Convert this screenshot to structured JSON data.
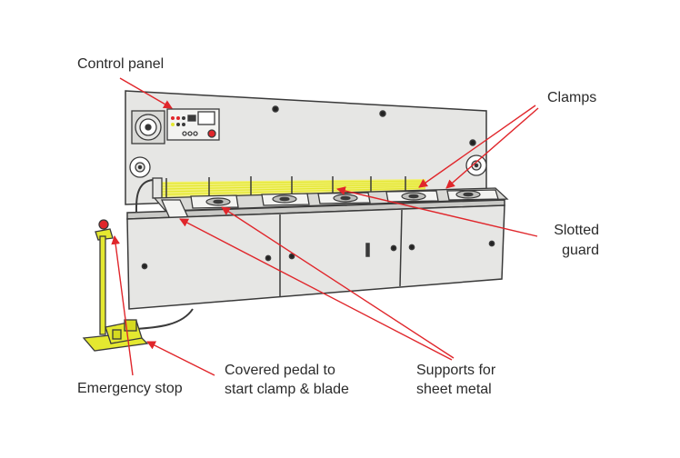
{
  "labels": {
    "control_panel": "Control panel",
    "clamps": "Clamps",
    "slotted_guard_line1": "Slotted",
    "slotted_guard_line2": "guard",
    "emergency_stop": "Emergency stop",
    "covered_pedal_line1": "Covered pedal to",
    "covered_pedal_line2": "start clamp & blade",
    "supports_line1": "Supports for",
    "supports_line2": "sheet metal"
  },
  "colors": {
    "machine_fill": "#e6e6e4",
    "machine_stroke": "#3a3a3a",
    "accent_yellow": "#e4e830",
    "guard_yellow": "#f2f07a",
    "arrow_red": "#e0262b",
    "text": "#2b2b2b"
  }
}
